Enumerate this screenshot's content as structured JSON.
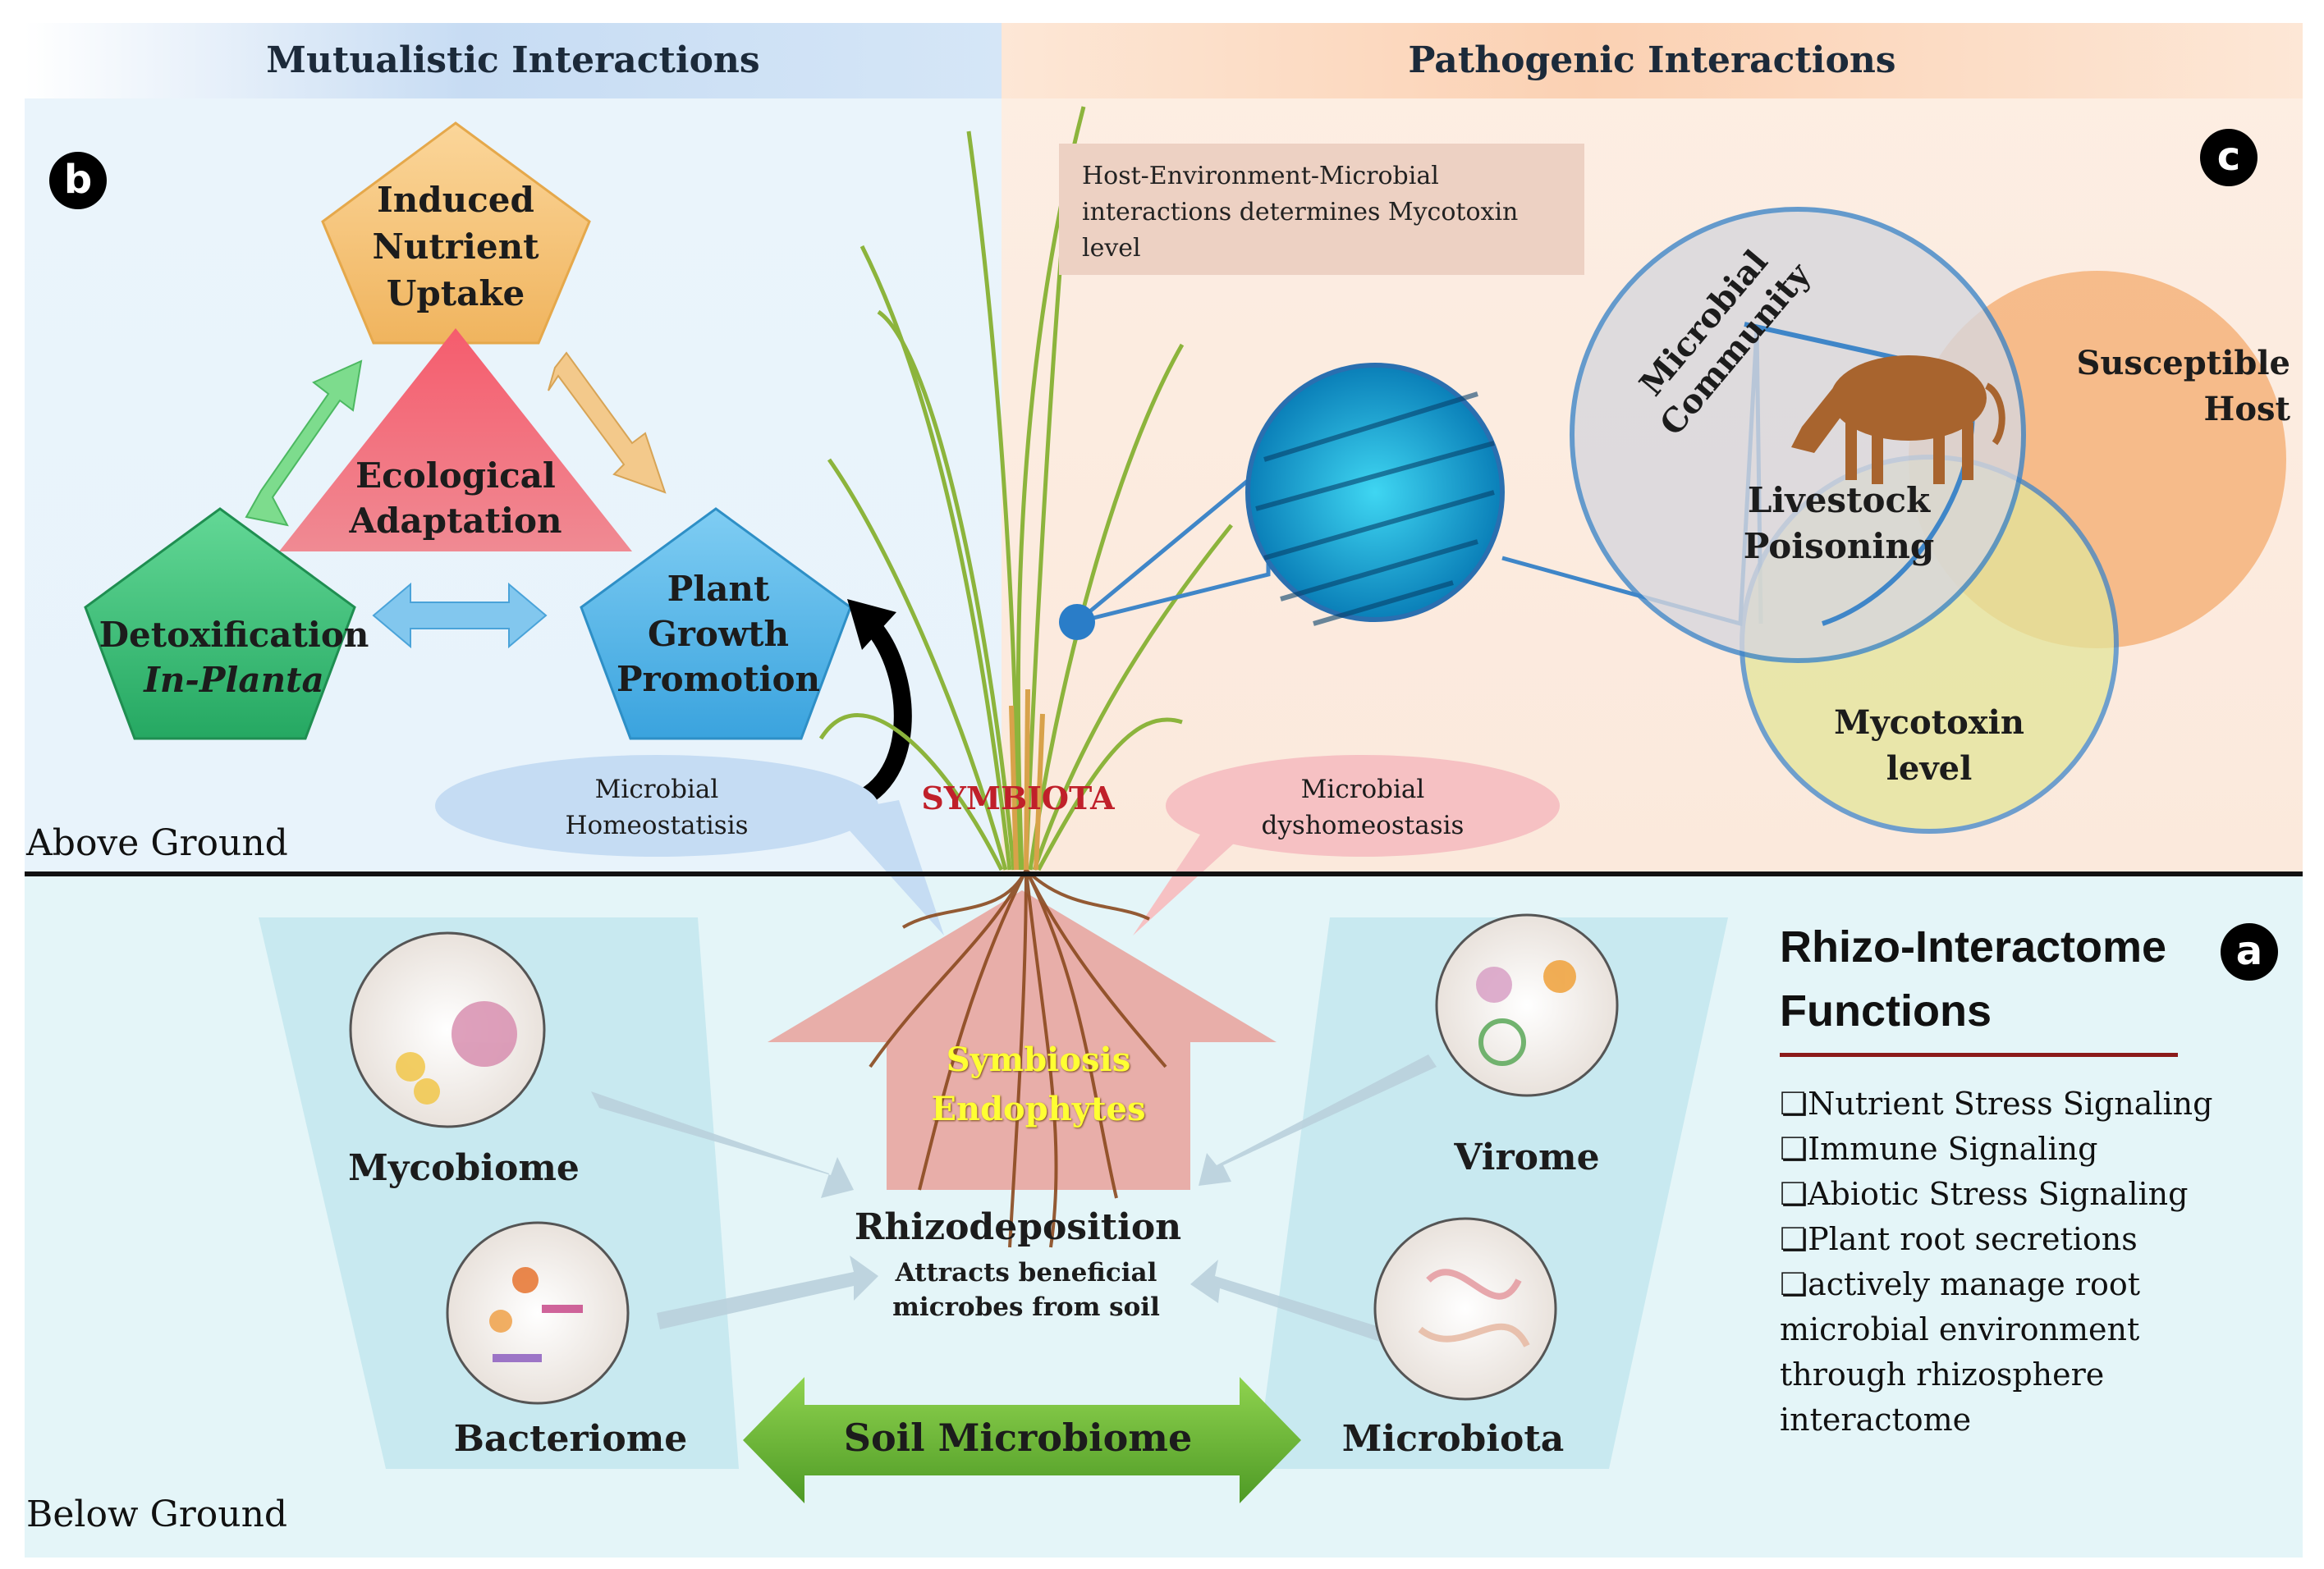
{
  "headers": {
    "mutualistic": "Mutualistic Interactions",
    "pathogenic": "Pathogenic Interactions"
  },
  "ground": {
    "above": "Above Ground",
    "below": "Below Ground"
  },
  "badges": {
    "a": "a",
    "b": "b",
    "c": "c"
  },
  "mutualistic": {
    "nutrient": [
      "Induced",
      "Nutrient",
      "Uptake"
    ],
    "ecological": [
      "Ecological",
      "Adaptation"
    ],
    "detox": [
      "Detoxification",
      "In-Planta"
    ],
    "growth": [
      "Plant",
      "Growth",
      "Promotion"
    ]
  },
  "center": {
    "homeostasis": [
      "Microbial",
      "Homeostatisis"
    ],
    "dyshomeostasis": [
      "Microbial",
      "dyshomeostasis"
    ],
    "symbiota": "SYMBIOTA",
    "symbiosis": [
      "Symbiosis",
      "Endophytes"
    ],
    "rhizodeposition": "Rhizodeposition",
    "rhizo_sub": [
      "Attracts beneficial",
      "microbes from soil"
    ]
  },
  "pathogenic": {
    "note": [
      "Host-Environment-Microbial",
      "interactions determines Mycotoxin",
      "level"
    ],
    "community": [
      "Microbial",
      "Community"
    ],
    "host": [
      "Susceptible",
      "Host"
    ],
    "poisoning": [
      "Livestock",
      "Poisoning"
    ],
    "mycotoxin": [
      "Mycotoxin",
      "level"
    ]
  },
  "soil": {
    "mycobiome": "Mycobiome",
    "bacteriome": "Bacteriome",
    "virome": "Virome",
    "microbiota": "Microbiota",
    "soil_microbiome": "Soil Microbiome"
  },
  "rhizo_functions": {
    "title": [
      "Rhizo-Interactome",
      "Functions"
    ],
    "items": [
      "❏Nutrient Stress Signaling",
      "❏Immune Signaling",
      "❏Abiotic Stress Signaling",
      "❏Plant root secretions",
      "❏actively manage root",
      "microbial environment",
      "through rhizosphere",
      "interactome"
    ]
  },
  "colors": {
    "pentagon_top": "#f7c97e",
    "pentagon_left": "#3fc27a",
    "pentagon_right": "#55b6ea",
    "triangle": "#ef6f7c",
    "venn_blue": "#3f86c8",
    "venn_host": "#f4ab6e",
    "venn_myco": "#e3e59a",
    "symbiota": "#c0202a",
    "symbiosis_text": "#ffff33",
    "soil_arrow": "#6fb73a",
    "rule": "#8b1a1a"
  }
}
